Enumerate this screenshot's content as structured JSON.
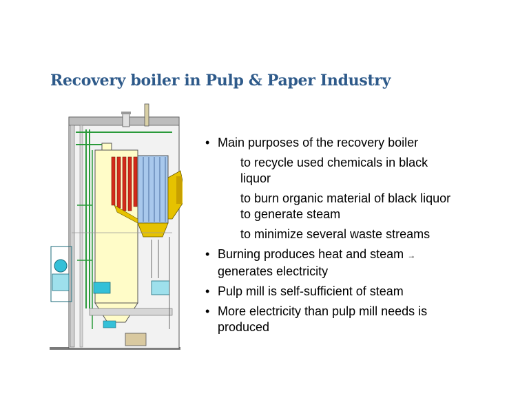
{
  "slide": {
    "title": "Recovery boiler in Pulp & Paper Industry",
    "bullets": [
      {
        "text": "Main purposes of the recovery boiler"
      },
      {
        "text": "Burning produces heat and steam",
        "arrow": "→",
        "text2": "generates electricity"
      },
      {
        "text": "Pulp mill is self-sufficient of steam"
      },
      {
        "text": "More electricity than pulp mill needs is produced"
      }
    ],
    "sub_bullets": [
      "to recycle used chemicals in black liquor",
      "to burn organic material of black liquor to generate steam",
      "to minimize several waste streams"
    ],
    "bullet_char": "•"
  },
  "colors": {
    "title": "#2e5a8a",
    "furnace_fill": "#fffcc8",
    "superheater_red": "#d42a1a",
    "bank_blue": "#a8c8ec",
    "pipe_green": "#2a9a3a",
    "equipment_cyan": "#34c0d8",
    "hopper_yellow": "#e6c200",
    "structure_gray": "#8c8c8c"
  }
}
